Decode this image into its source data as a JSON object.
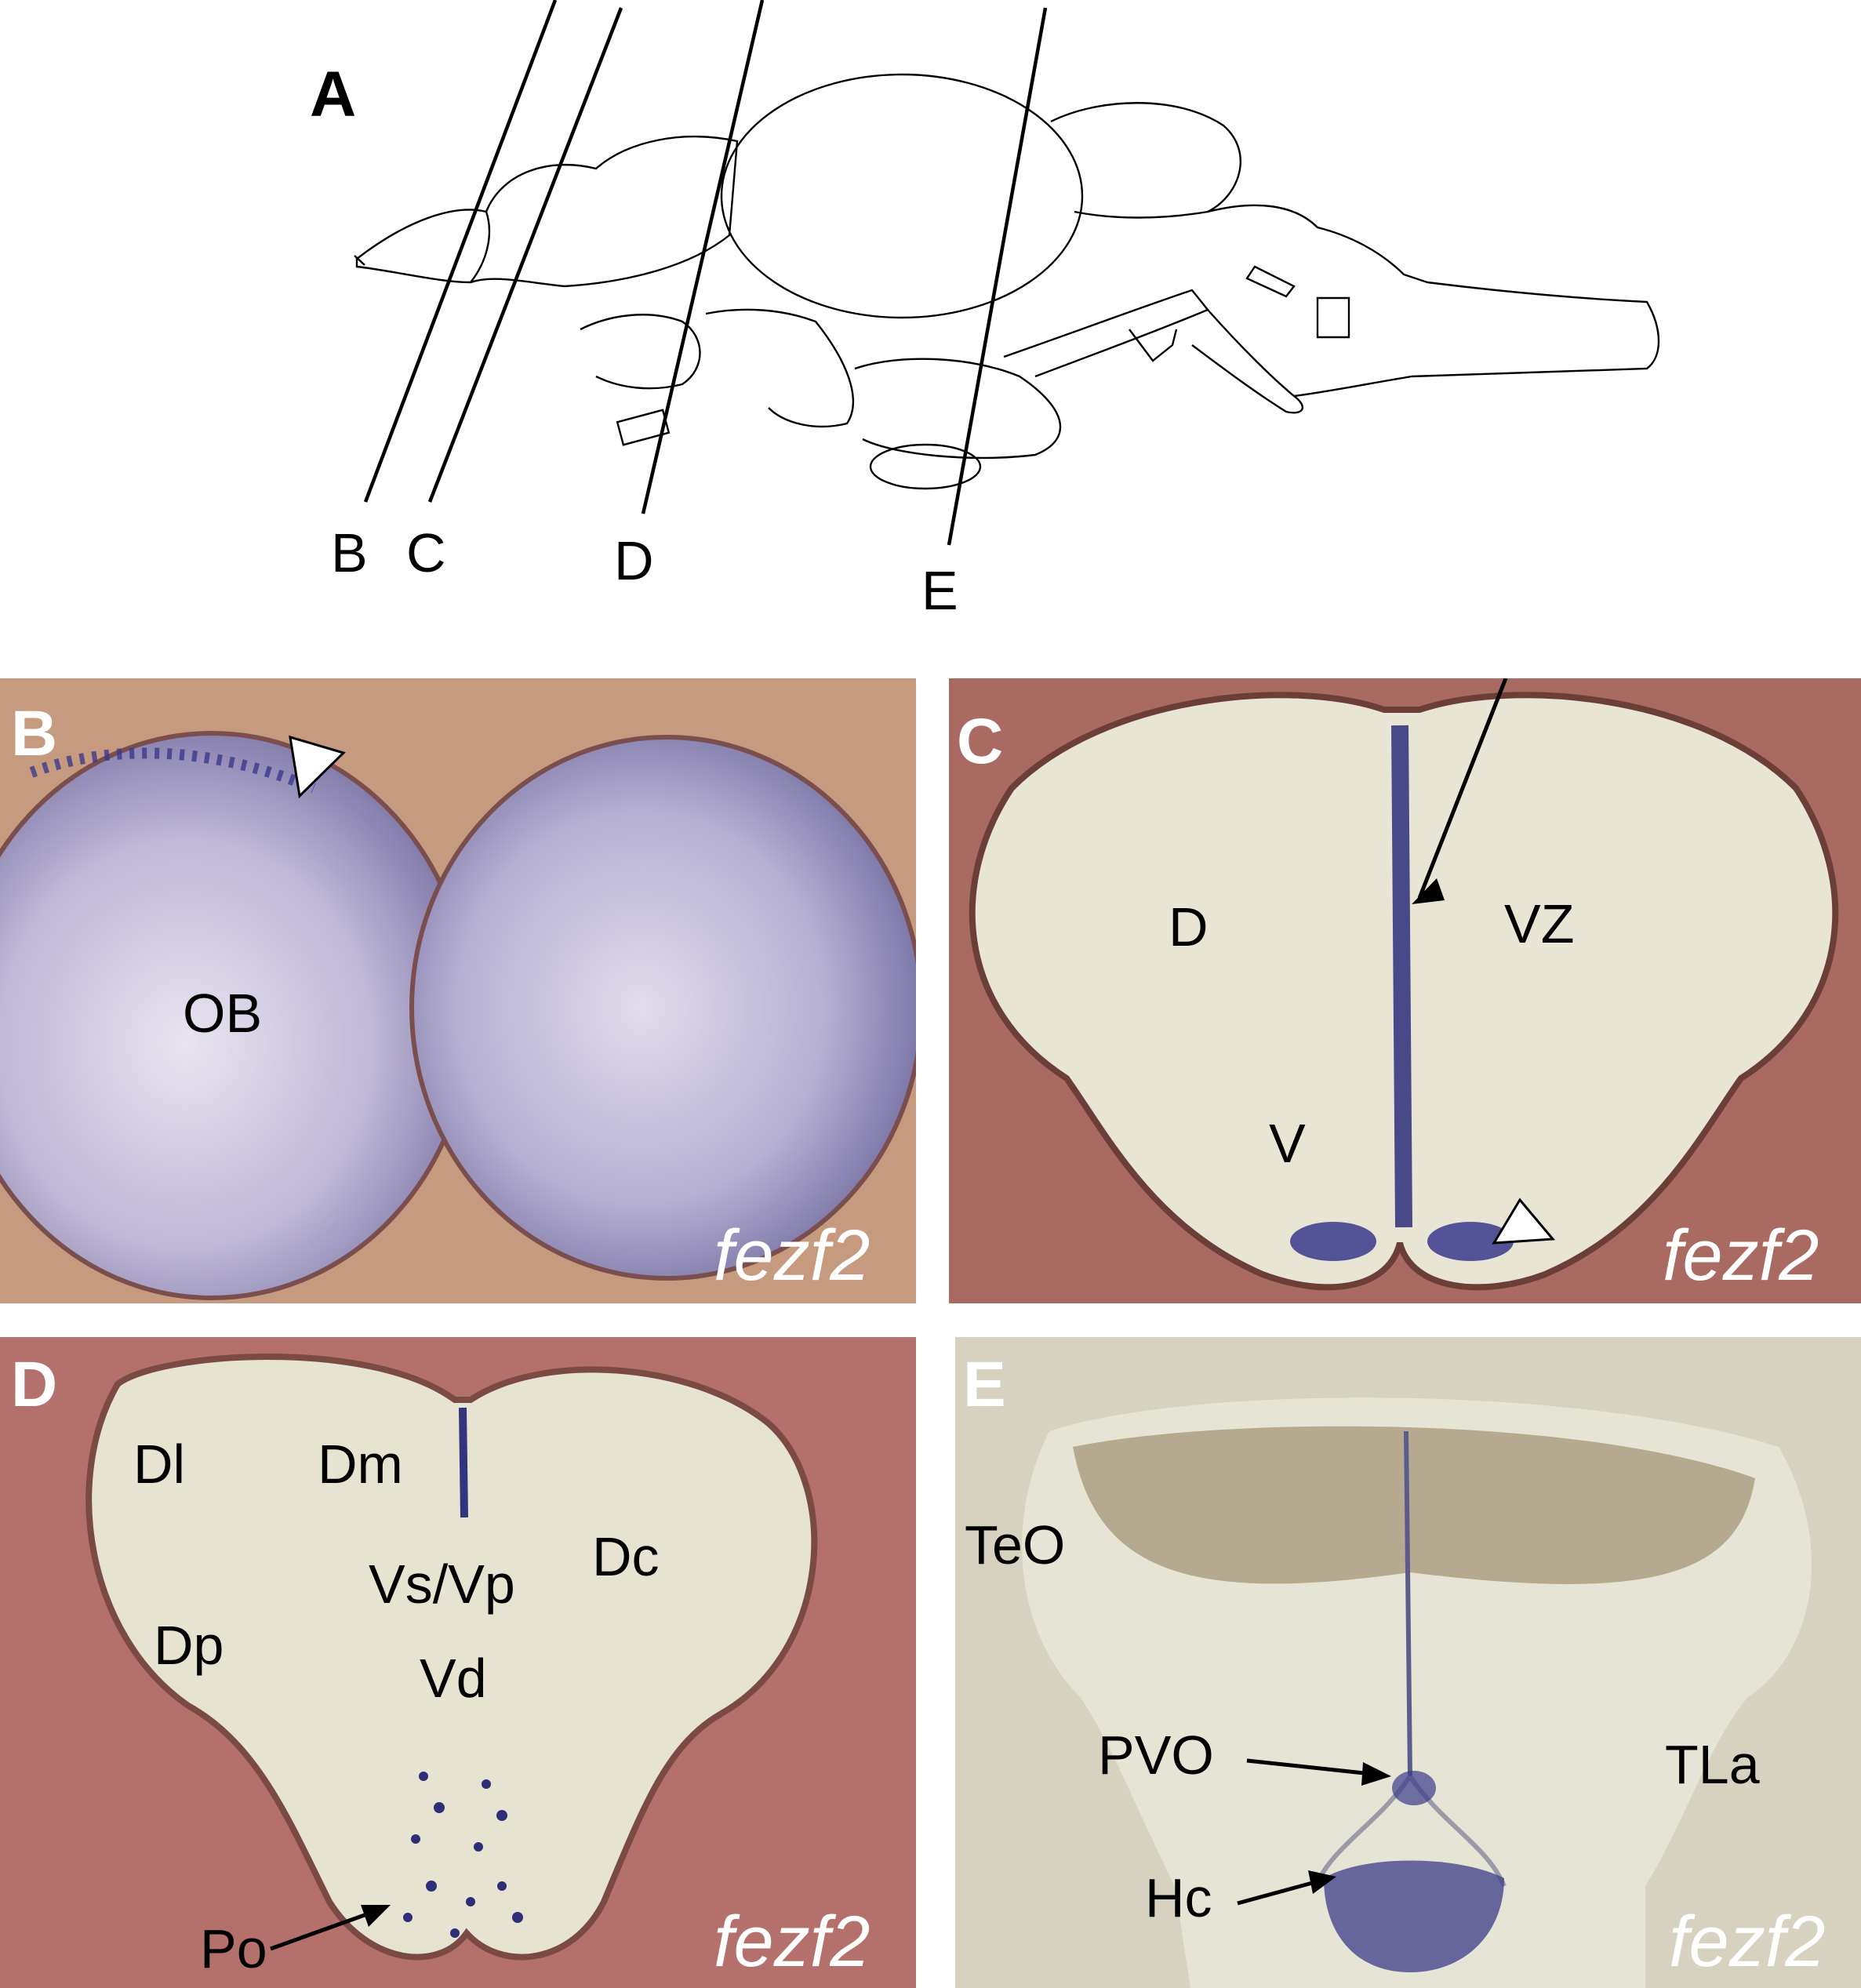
{
  "panel_a": {
    "letter": "A",
    "section_labels": [
      "B",
      "C",
      "D",
      "E"
    ]
  },
  "panel_b": {
    "letter": "B",
    "labels": [
      "OB"
    ],
    "gene": "fezf2"
  },
  "panel_c": {
    "letter": "C",
    "labels": [
      "D",
      "VZ",
      "V"
    ],
    "gene": "fezf2"
  },
  "panel_d": {
    "letter": "D",
    "labels": [
      "Dl",
      "Dm",
      "Vs/Vp",
      "Dc",
      "Dp",
      "Vd",
      "Po"
    ],
    "gene": "fezf2"
  },
  "panel_e": {
    "letter": "E",
    "labels": [
      "TeO",
      "PVO",
      "TLa",
      "Hc"
    ],
    "gene": "fezf2"
  },
  "colors": {
    "background_b": "#c79a7f",
    "background_cde": "#b16d62",
    "tissue": "#e7e4d2",
    "stain_blue": "#3a3a8c",
    "label_white": "#ffffff"
  }
}
